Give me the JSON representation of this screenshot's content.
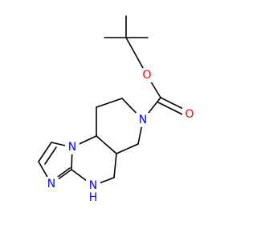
{
  "molecule": {
    "atom_labels": {
      "o_ether": "O",
      "o_carbonyl": "O",
      "n_piperidine": "N",
      "n_imidazole_bridge": "N",
      "n_imidazole": "N",
      "nh_amine": "N",
      "h_amine": "H"
    },
    "colors": {
      "bond": "#000000",
      "oxygen": "#ff0000",
      "nitrogen": "#0000ff",
      "background": "#ffffff"
    }
  }
}
